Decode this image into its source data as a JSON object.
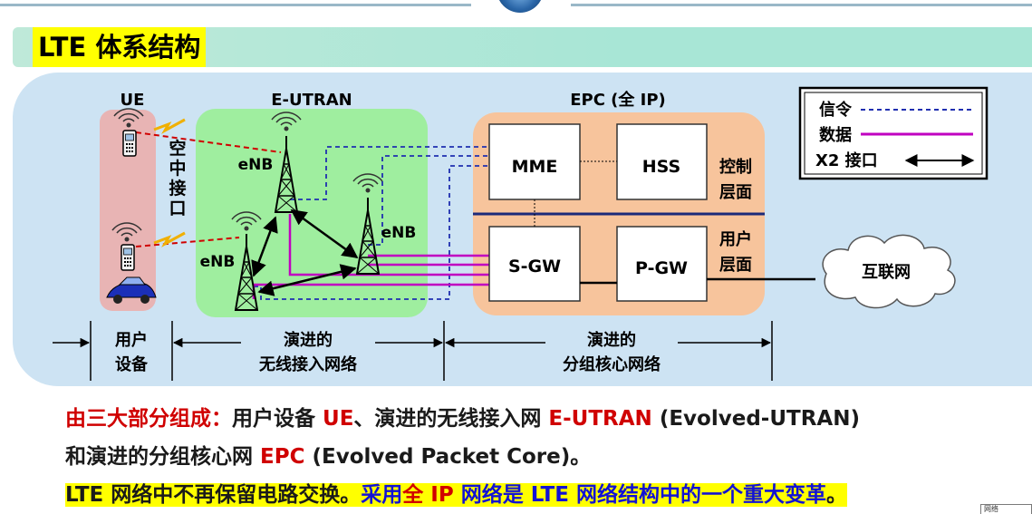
{
  "title": "LTE 体系结构",
  "labels": {
    "ue": "UE",
    "eutran": "E-UTRAN",
    "epc": "EPC (全 IP)",
    "air_interface": "空中接口",
    "enb": "eNB",
    "mme": "MME",
    "hss": "HSS",
    "sgw": "S-GW",
    "pgw": "P-GW",
    "control_plane": "控制层面",
    "user_plane": "用户层面",
    "internet": "互联网"
  },
  "legend": {
    "signaling": "信令",
    "data": "数据",
    "x2": "X2 接口"
  },
  "bottom_labels": {
    "user_equipment": [
      "用户",
      "设备"
    ],
    "eutran_full": [
      "演进的",
      "无线接入网络"
    ],
    "epc_full": [
      "演进的",
      "分组核心网络"
    ]
  },
  "paragraph1": {
    "lead": "由三大部分组成：",
    "t1": "用户设备 ",
    "ue": "UE",
    "t2": "、演进的无线接入网 ",
    "eutran": "E-UTRAN",
    "t3": " (Evolved-UTRAN)",
    "t4": "和演进的分组核心网 ",
    "epc": "EPC",
    "t5": " (Evolved Packet Core)。"
  },
  "paragraph2": {
    "t1": "LTE 网络中不再保留电路交换。",
    "t2": "采用",
    "t3": "全 IP",
    "t4": " 网络是 LTE 网络结构中的一个重大变革",
    "t5": "。"
  },
  "corner_text": "网络",
  "colors": {
    "signaling": "#1f2fb0",
    "data": "#c000c0",
    "eutran_bg": "#9fee9f",
    "epc_bg": "#f7c49c",
    "ue_bg": "#e8b4b4",
    "panel_bg": "#cde3f3"
  }
}
